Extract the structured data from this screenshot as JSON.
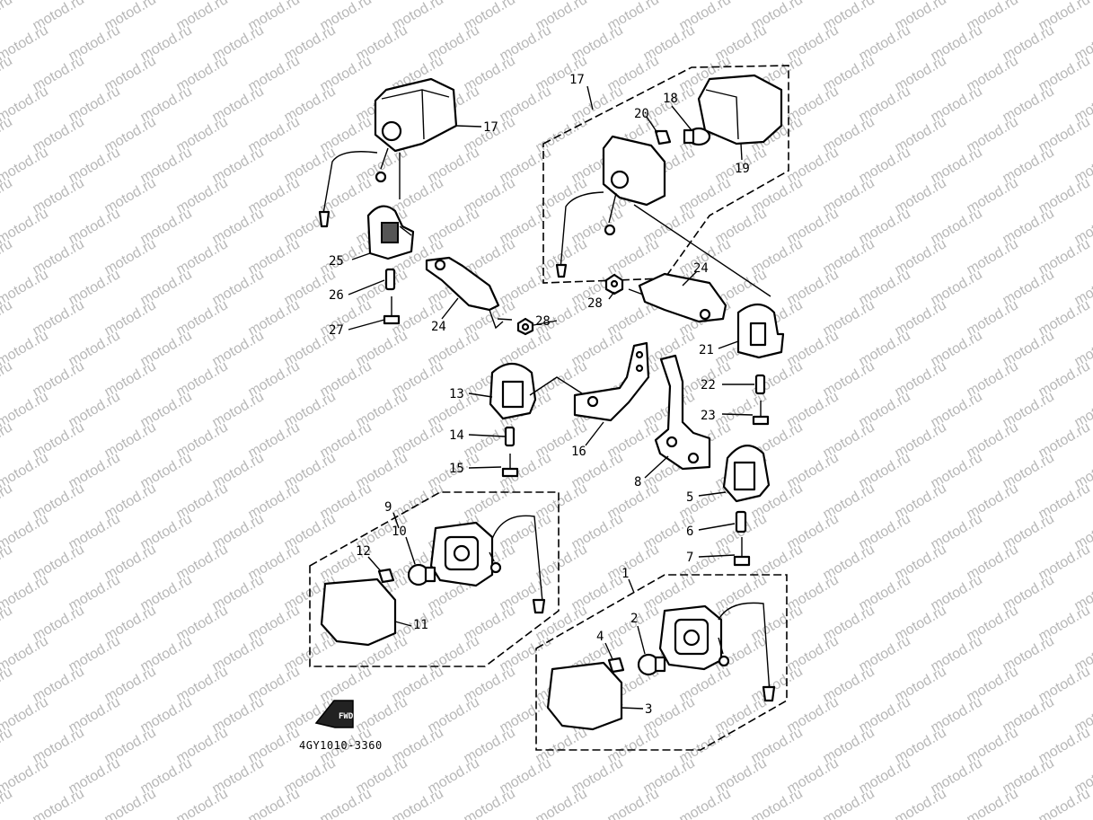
{
  "watermark": "motod.ru",
  "diagram_code": "4GY1010-3360",
  "fwd_label": "FWD",
  "callouts": {
    "c1": "1",
    "c2": "2",
    "c3": "3",
    "c4": "4",
    "c5": "5",
    "c6": "6",
    "c7": "7",
    "c8": "8",
    "c9": "9",
    "c10": "10",
    "c11": "11",
    "c12": "12",
    "c13": "13",
    "c14": "14",
    "c15": "15",
    "c16": "16",
    "c17a": "17",
    "c17b": "17",
    "c18": "18",
    "c19": "19",
    "c20": "20",
    "c21": "21",
    "c22": "22",
    "c23": "23",
    "c24a": "24",
    "c24b": "24",
    "c25": "25",
    "c26": "26",
    "c27": "27",
    "c28a": "28",
    "c28b": "28"
  }
}
